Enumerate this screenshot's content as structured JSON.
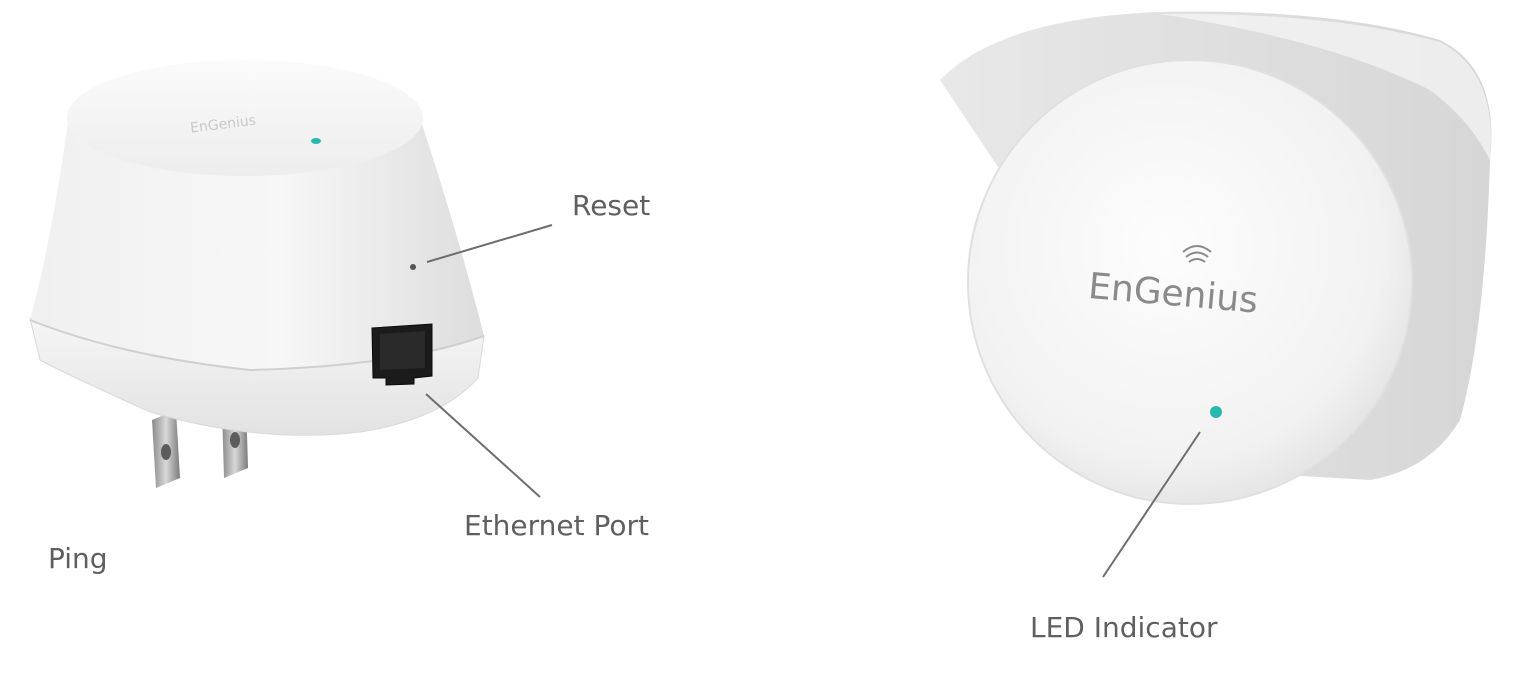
{
  "callouts": {
    "reset": "Reset",
    "ethernet_port": "Ethernet Port",
    "ping": "Ping",
    "led_indicator": "LED Indicator"
  },
  "brand": {
    "logo_text": "EnGenius"
  },
  "colors": {
    "led": "#28b8b0",
    "body": "#f4f4f4",
    "leader_line": "#6e6e6e",
    "label": "#5f5f5f"
  },
  "icons": [
    "wifi-arc-logo-icon"
  ]
}
